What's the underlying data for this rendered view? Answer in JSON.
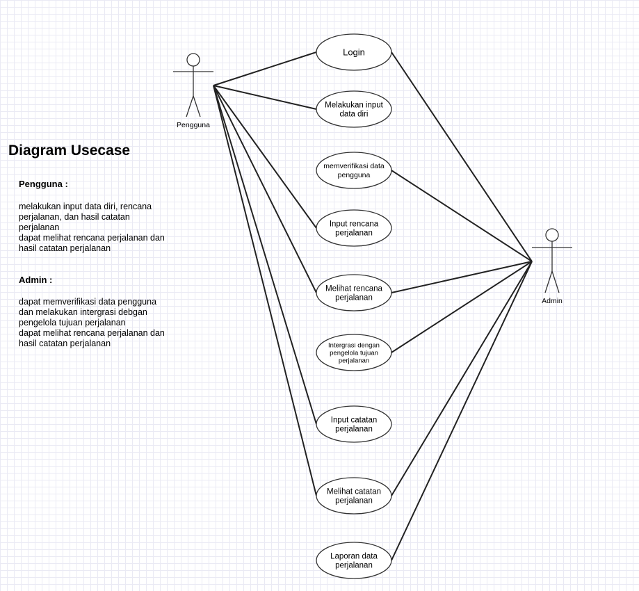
{
  "title": "Diagram Usecase",
  "actors": {
    "pengguna": "Pengguna",
    "admin": "Admin"
  },
  "use_cases": [
    {
      "id": "login",
      "lines": [
        "Login"
      ]
    },
    {
      "id": "input-data-diri",
      "lines": [
        "Melakukan input",
        "data diri"
      ]
    },
    {
      "id": "verifikasi",
      "lines": [
        "memverifikasi data",
        "pengguna"
      ]
    },
    {
      "id": "input-rencana",
      "lines": [
        "Input rencana",
        "perjalanan"
      ]
    },
    {
      "id": "lihat-rencana",
      "lines": [
        "Melihat rencana",
        "perjalanan"
      ]
    },
    {
      "id": "intergrasi",
      "lines": [
        "Intergrasi dengan",
        "pengelola tujuan",
        "perjalanan"
      ]
    },
    {
      "id": "input-catatan",
      "lines": [
        "Input catatan",
        "perjalanan"
      ]
    },
    {
      "id": "lihat-catatan",
      "lines": [
        "Melihat  catatan",
        "perjalanan"
      ]
    },
    {
      "id": "laporan",
      "lines": [
        "Laporan data",
        "perjalanan"
      ]
    }
  ],
  "associations": {
    "pengguna": [
      "login",
      "input-data-diri",
      "input-rencana",
      "lihat-rencana",
      "input-catatan",
      "lihat-catatan"
    ],
    "admin": [
      "login",
      "verifikasi",
      "lihat-rencana",
      "intergrasi",
      "lihat-catatan",
      "laporan"
    ]
  },
  "description": {
    "pengguna": {
      "heading": "Pengguna :",
      "lines": [
        "melakukan input data diri, rencana",
        "perjalanan, dan hasil catatan",
        "perjalanan",
        "dapat melihat rencana perjalanan dan",
        "hasil catatan perjalanan"
      ]
    },
    "admin": {
      "heading": "Admin :",
      "lines": [
        "dapat memverifikasi data pengguna",
        "dan melakukan intergrasi debgan",
        "pengelola tujuan perjalanan",
        "dapat melihat rencana perjalanan dan",
        "hasil catatan perjalanan"
      ]
    }
  },
  "colors": {
    "stroke": "#222222",
    "ellipse_stroke": "#333333"
  }
}
